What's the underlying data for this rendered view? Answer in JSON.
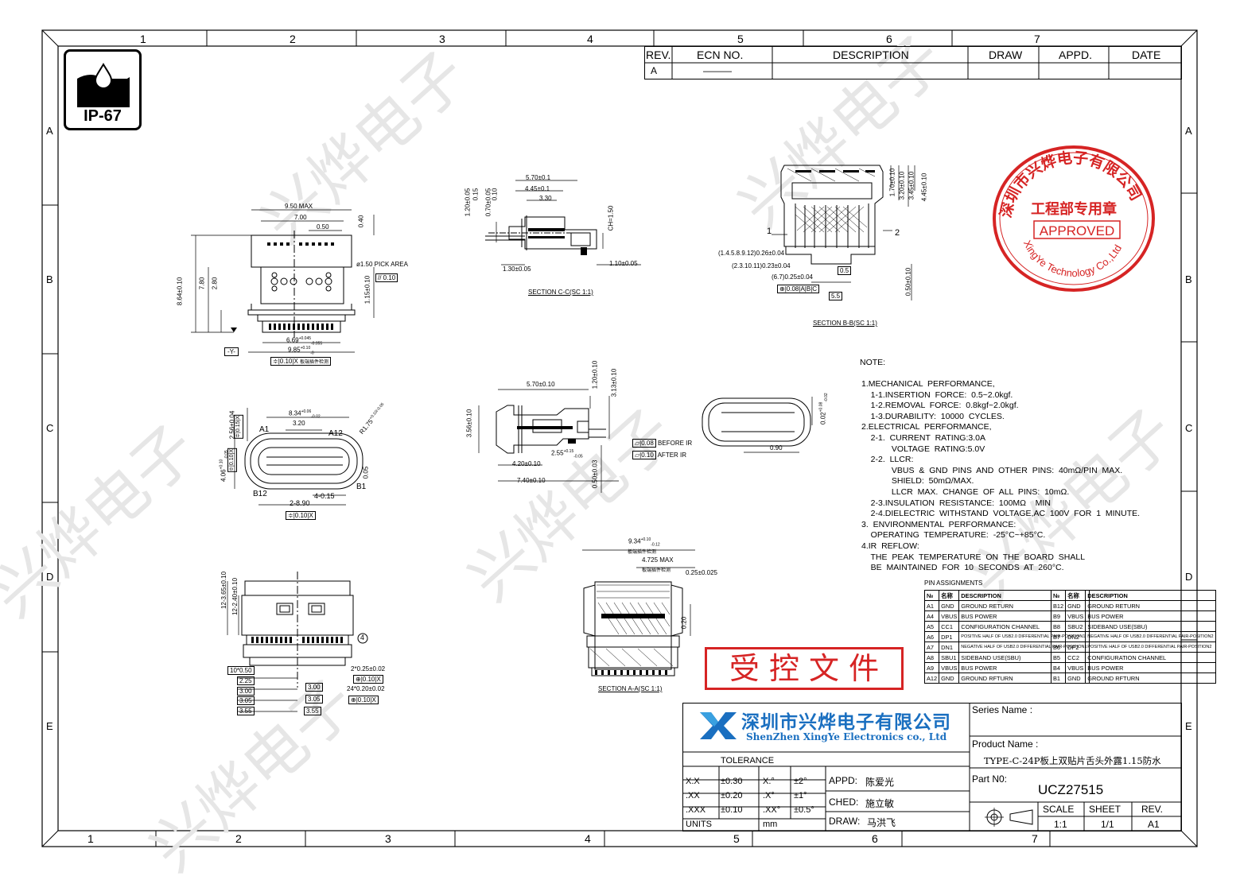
{
  "frame": {
    "columns_top": [
      "1",
      "2",
      "3",
      "4",
      "5",
      "6",
      "7"
    ],
    "columns_bottom": [
      "1",
      "2",
      "3",
      "4",
      "5",
      "6",
      "7"
    ],
    "rows": [
      "A",
      "B",
      "C",
      "D",
      "E"
    ]
  },
  "revision_table": {
    "headers": [
      "REV.",
      "ECN NO.",
      "DESCRIPTION",
      "DRAW",
      "APPD.",
      "DATE"
    ],
    "rows": [
      [
        "A",
        "———",
        "",
        "",
        "",
        ""
      ]
    ]
  },
  "ip_badge": "IP-67",
  "watermark_text": "兴烨电子",
  "stamp": {
    "top_text": "深圳市兴烨电子有限公司",
    "middle_text": "工程部专用章",
    "approved": "APPROVED",
    "bottom_text": "XingYe Technology Co.,Ltd",
    "color": "#d62424"
  },
  "controlled_label": "受 控 文 件",
  "views": {
    "top_view": {
      "dims": [
        "9.50 MAX",
        "7.00",
        "0.50",
        "0.40",
        "8.64±0.10",
        "7.80",
        "2.80",
        "ø1.50 PICK AREA",
        "1.15±0.10",
        "0.10",
        "6.69",
        "9.85",
        "0.10",
        "X",
        "Y"
      ],
      "dim_669_tol": [
        "+0.045",
        "-0.055"
      ],
      "dim_985_tol": [
        "+0.10",
        "-0"
      ],
      "tol_note": "板端插件检测"
    },
    "section_cc": {
      "dims": [
        "5.70±0.1",
        "4.45±0.1",
        "3.30",
        "1.20±0.05",
        "0.15",
        "0.70±0.05",
        "0.10",
        "CH=1.50",
        "1.30±0.05",
        "1.10±0.05"
      ],
      "caption": "SECTION C-C(SC 1:1)"
    },
    "section_bb": {
      "dims": [
        "1.70±0.10",
        "3.20±0.10",
        "3.45±0.10",
        "4.45±0.10",
        "(1.4.5.8.9.12)0.26±0.04",
        "(2.3.10.11)0.23±0.04",
        "(6.7)0.25±0.04",
        "0.08",
        "A",
        "B",
        "C",
        "0.5",
        "5.5",
        "0.50±0.10",
        "1",
        "2"
      ],
      "caption": "SECTION B-B(SC 1:1)"
    },
    "front_view": {
      "dims": [
        "8.34",
        "3.20",
        "2.56±0.04",
        "0.15",
        "A1",
        "A12",
        "R1.75",
        "4.06",
        "0.10",
        "0.05",
        "B1",
        "B12",
        "4-0.15",
        "2-8.90",
        "0.10",
        "X"
      ],
      "dim_834_tol": [
        "+0.06",
        "-0.02"
      ],
      "dim_r175_tol": "+0.10/-0.05",
      "dim_406_tol": [
        "+0.10",
        "-0.05"
      ]
    },
    "side_view": {
      "dims": [
        "5.70±0.10",
        "3.56±0.10",
        "4.20±0.10",
        "2.55",
        "7.40±0.10",
        "1.20±0.10",
        "3.13±0.10",
        "0.50±0.03",
        "0.08",
        "BEFORE IR",
        "0.10",
        "AFTER IR"
      ],
      "dim_255_tol": [
        "+0.15",
        "-0.05"
      ]
    },
    "tongue_view": {
      "dims": [
        "0.90",
        "0.02"
      ],
      "dim_002_tol": [
        "+0.08",
        "-0.02"
      ]
    },
    "bottom_view": {
      "dims": [
        "12-3.65±0.10",
        "12-2.40±0.10",
        "4",
        "10*0.50",
        "2.25",
        "3.00",
        "3.05",
        "3.55",
        "3.00",
        "3.05",
        "3.55",
        "2*0.25±0.02",
        "0.10",
        "X",
        "24*0.20±0.02",
        "0.10",
        "X"
      ]
    },
    "section_aa": {
      "dims": [
        "9.34",
        "4.725 MAX",
        "0.20",
        "0.25±0.025"
      ],
      "dim_934_tol": [
        "+0.10",
        "-0.12"
      ],
      "tol_notes": [
        "板端插件检测",
        "板端插件检测"
      ],
      "caption": "SECTION A-A(SC 1:1)"
    }
  },
  "notes": {
    "title": "NOTE:",
    "lines": [
      "1.MECHANICAL  PERFORMANCE,",
      "    1-1.INSERTION  FORCE:  0.5~2.0kgf.",
      "    1-2.REMOVAL  FORCE:  0.8kgf~2.0kgf.",
      "    1-3.DURABILITY:  10000  CYCLES.",
      "2.ELECTRICAL  PERFORMANCE,",
      "    2-1.  CURRENT  RATING:3.0A",
      "             VOLTAGE  RATING:5.0V",
      "    2-2.  LLCR:",
      "             VBUS  &  GND  PINS  AND  OTHER  PINS:  40mΩ/PIN  MAX.",
      "             SHIELD:  50mΩ/MAX.",
      "             LLCR  MAX.  CHANGE  OF  ALL  PINS:  10mΩ.",
      "    2-3.INSULATION  RESISTANCE:  100MΩ    MIN",
      "    2-4.DIELECTRIC  WITHSTAND  VOLTAGE,AC  100V  FOR  1  MINUTE.",
      "3.  ENVIRONMENTAL  PERFORMANCE:",
      "    OPERATING  TEMPERATURE:  -25°C~+85°C.",
      "4.IR  REFLOW:",
      "    THE  PEAK  TEMPERATURE  ON  THE  BOARD  SHALL",
      "    BE  MAINTAINED  FOR  10  SECONDS  AT  260°C."
    ]
  },
  "pin_assignments": {
    "title": "PIN ASSIGNMENTS",
    "headers": [
      "№",
      "名称",
      "DESCRIPTION"
    ],
    "left": [
      [
        "A1",
        "GND",
        "GROUND  RETURN"
      ],
      [
        "A4",
        "VBUS",
        "BUS  POWER"
      ],
      [
        "A5",
        "CC1",
        "CONFIGURATION  CHANNEL"
      ],
      [
        "A6",
        "DP1",
        "POSITIVE  HALF  OF  USB2.0 DIFFERENTIAL  PAIR-POSITION1"
      ],
      [
        "A7",
        "DN1",
        "NEGATIVE  HALF  OF  USB2.0 DIFFERENTIAL  PAIR-POSITION1"
      ],
      [
        "A8",
        "SBU1",
        "SIDEBAND  USE(SBU)"
      ],
      [
        "A9",
        "VBUS",
        "BUS  POWER"
      ],
      [
        "A12",
        "GND",
        "GROUND  RFTURN"
      ]
    ],
    "right": [
      [
        "B12",
        "GND",
        "GROUND  RETURN"
      ],
      [
        "B9",
        "VBUS",
        "BUS  POWER"
      ],
      [
        "B8",
        "SBU2",
        "SIDEBAND  USE(SBU)"
      ],
      [
        "B7",
        "DN2",
        "NEGATIVE  HALF  OF  USB2.0 DIFFERENTIAL  PAIR-POSITION2"
      ],
      [
        "B6",
        "DP2",
        "POSITIVE  HALF  OF  USB2.0 DIFFERENTIAL  PAIR-POSITION2"
      ],
      [
        "B5",
        "CC2",
        "CONFIGURATION  CHANNEL"
      ],
      [
        "B4",
        "VBUS",
        "BUS  POWER"
      ],
      [
        "B1",
        "GND",
        "GROUND  RFTURN"
      ]
    ]
  },
  "title_block": {
    "company_cn": "深圳市兴烨电子有限公司",
    "company_en": "ShenZhen XingYe Electronics co., Ltd",
    "logo_color": "#1a6fc0",
    "series_label": "Series Name :",
    "series_value": "",
    "product_label": "Product Name :",
    "product_value": "TYPE-C-24P板上双贴片舌头外露1.15防水",
    "part_label": "Part N0:",
    "part_value": "UCZ27515",
    "tolerance_title": "TOLERANCE",
    "tolerances": [
      [
        "X.X",
        "±0.30",
        "X.°",
        "±2°"
      ],
      [
        ".XX",
        "±0.20",
        ".X°",
        "±1°"
      ],
      [
        ".XXX",
        "±0.10",
        ".XX°",
        "±0.5°"
      ]
    ],
    "units_label": "UNITS",
    "units_value": "mm",
    "appd_label": "APPD:",
    "appd_value": "陈爱光",
    "ched_label": "CHED:",
    "ched_value": "施立敏",
    "draw_label": "DRAW:",
    "draw_value": "马洪飞",
    "scale_label": "SCALE",
    "scale_value": "1:1",
    "sheet_label": "SHEET",
    "sheet_value": "1/1",
    "rev_label": "REV.",
    "rev_value": "A1"
  }
}
